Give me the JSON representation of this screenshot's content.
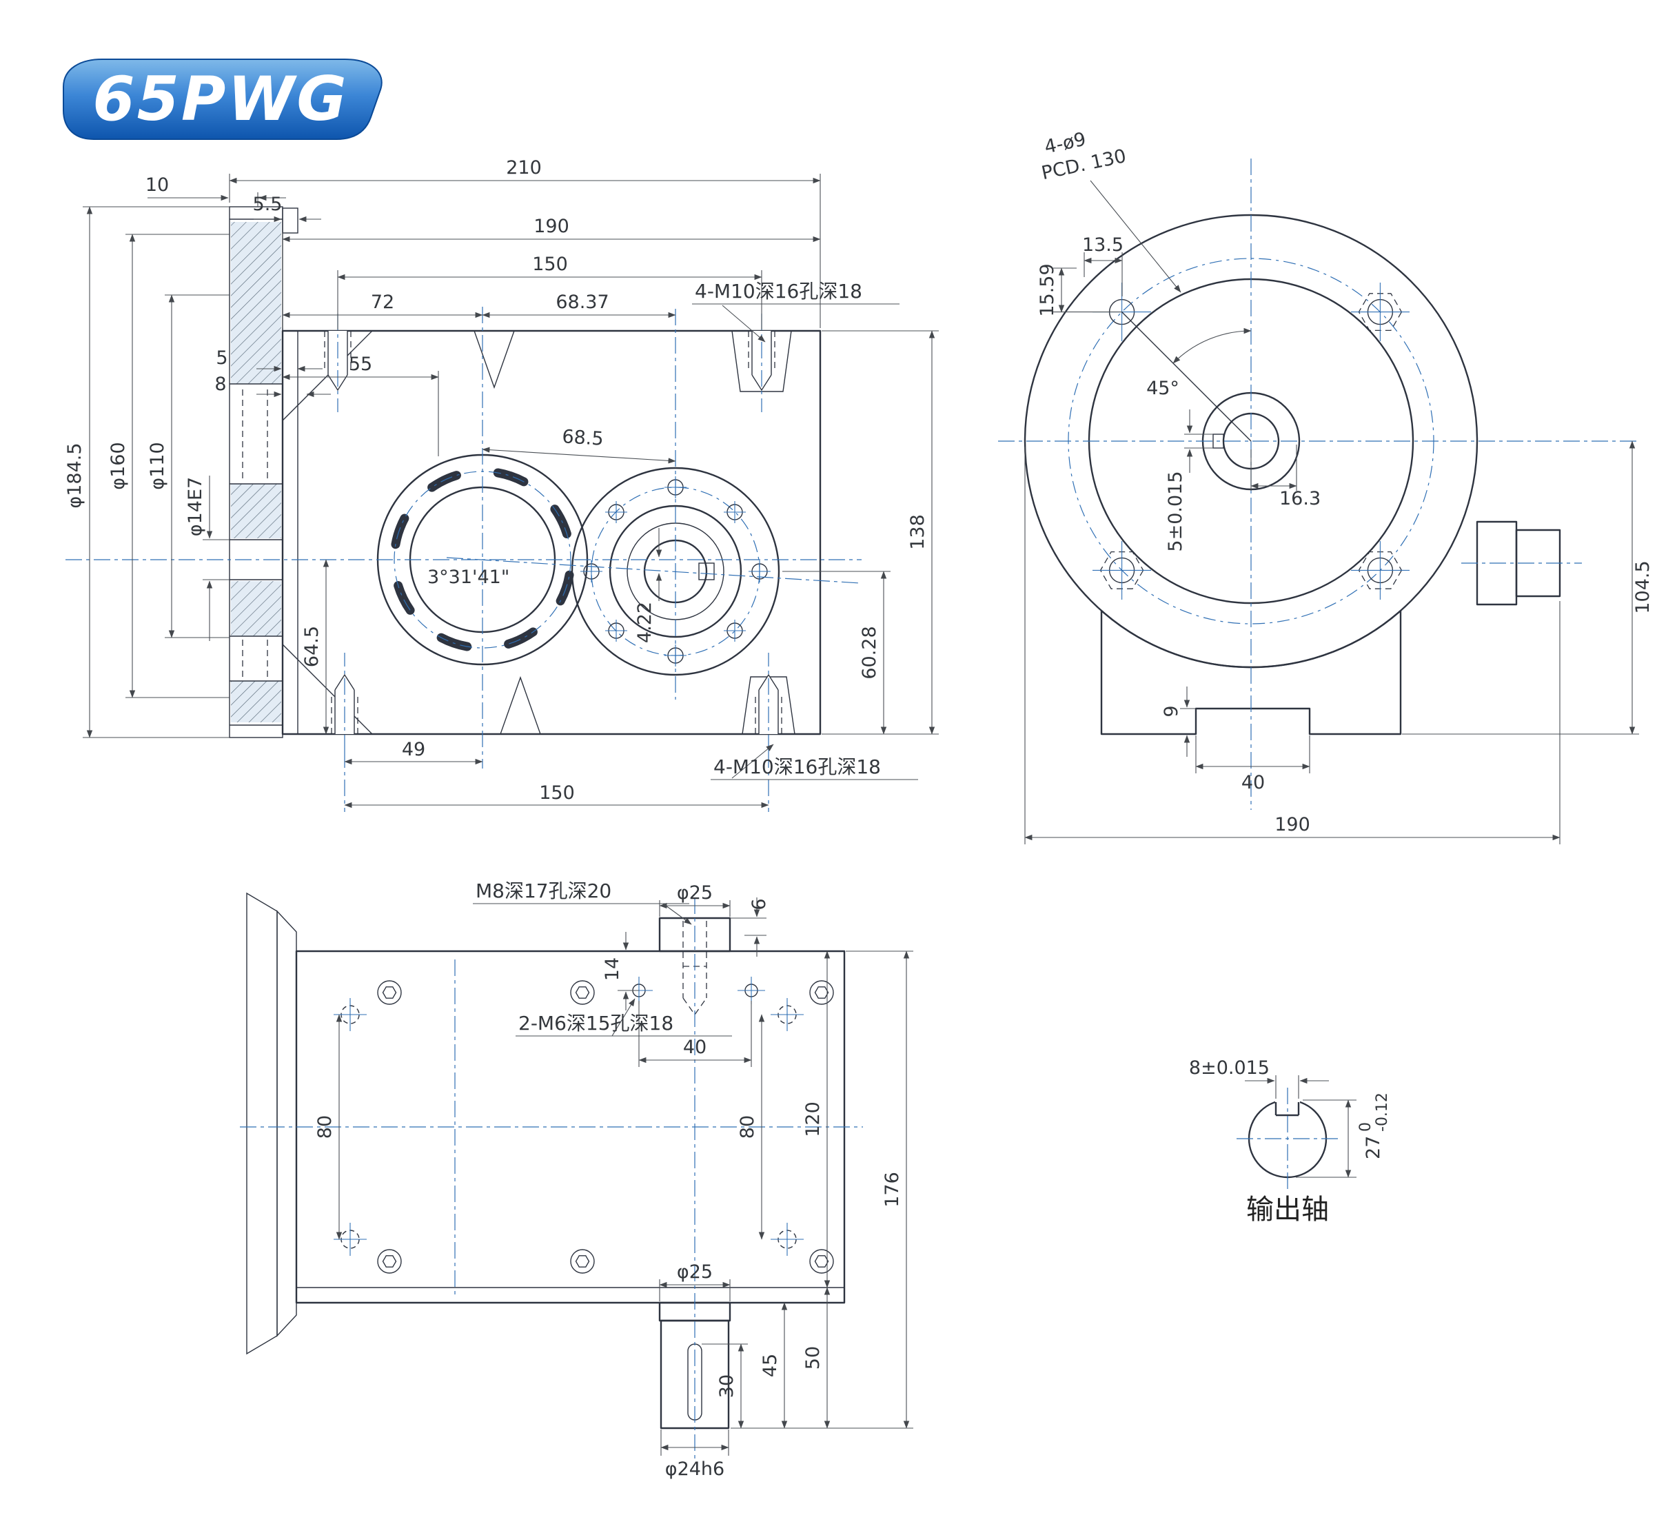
{
  "badge": {
    "model": "65PWG"
  },
  "front": {
    "w210": "210",
    "w10": "10",
    "w5_5": "5.5",
    "w190": "190",
    "w150_top": "150",
    "w72": "72",
    "w68_37": "68.37",
    "w55": "55",
    "w68_5": "68.5",
    "tap_top": "4-M10深16孔深18",
    "tap_bottom": "4-M10深16孔深18",
    "s5": "5",
    "s8": "8",
    "d160": "φ160",
    "d110": "φ110",
    "d14e7": "φ14E7",
    "d184_5": "φ184.5",
    "h64_5": "64.5",
    "angle": "3°31'41\"",
    "off4_22": "4.22",
    "h138": "138",
    "h60_28": "60.28",
    "w49": "49",
    "w150_bottom": "150"
  },
  "side": {
    "holes": "4-ø9",
    "pcd": "PCD. 130",
    "w13_5": "13.5",
    "h15_59": "15.59",
    "a45": "45°",
    "key5": "5±0.015",
    "w16_3": "16.3",
    "h104_5": "104.5",
    "h9": "9",
    "w40": "40",
    "w190": "190"
  },
  "bottom": {
    "tap_m8": "M8深17孔深20",
    "d25_top": "φ25",
    "h6": "6",
    "h14": "14",
    "tap_m6": "2-M6深15孔深18",
    "w40": "40",
    "h80_left": "80",
    "h80_right": "80",
    "h120": "120",
    "h176": "176",
    "d25_bottom": "φ25",
    "h30": "30",
    "h45": "45",
    "h50": "50",
    "d24h6": "φ24h6"
  },
  "shaft": {
    "key8": "8±0.015",
    "dia": "27",
    "tol_upper": "0",
    "tol_lower": "-0.12",
    "label": "输出轴"
  }
}
